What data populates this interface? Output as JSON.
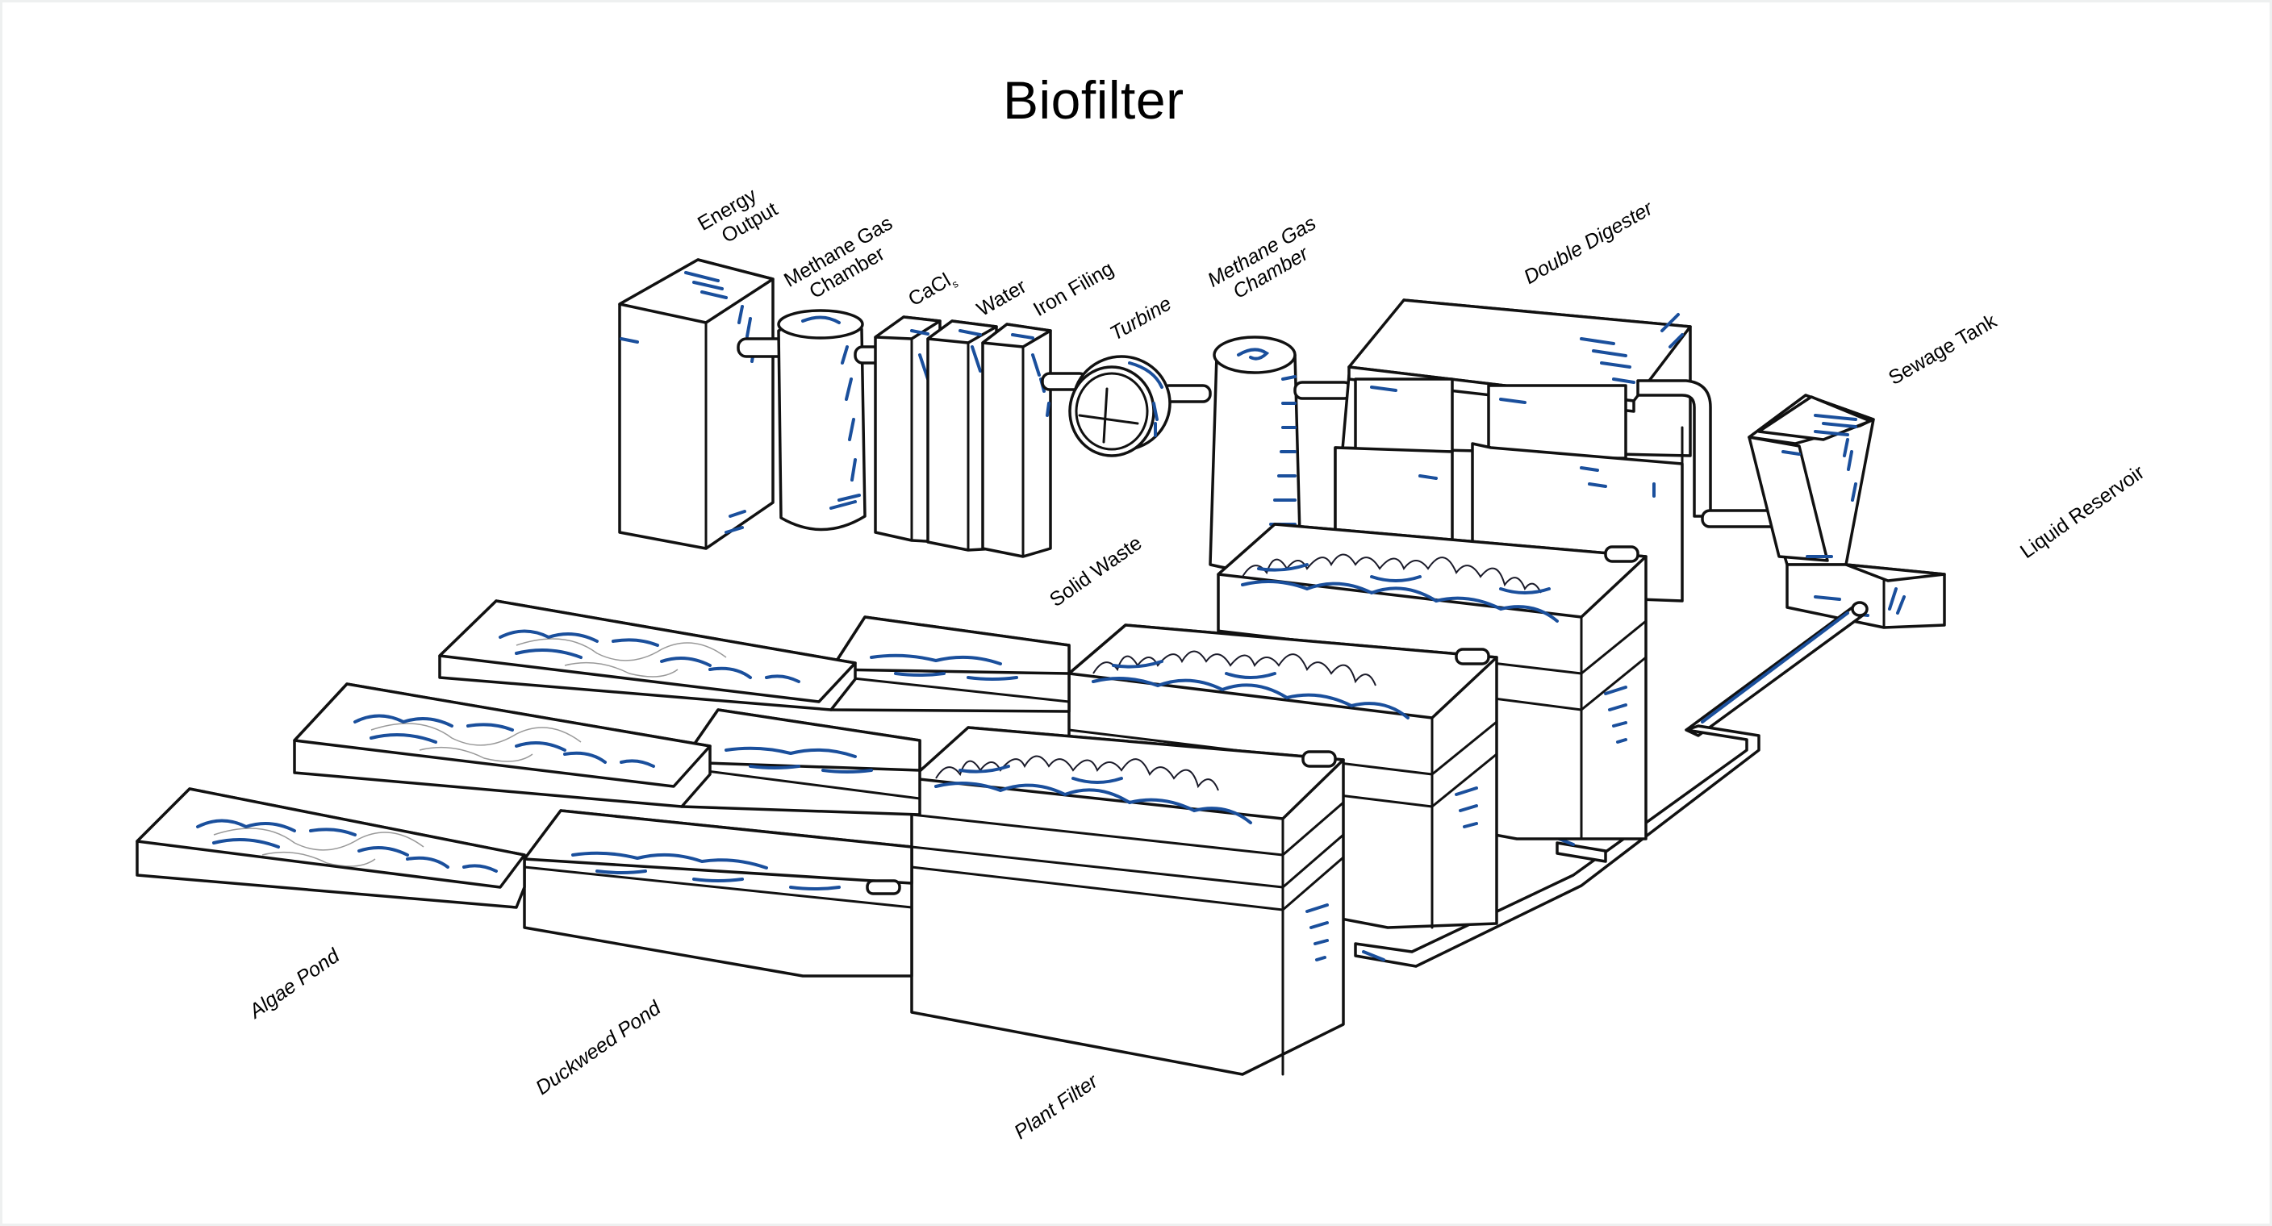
{
  "diagram": {
    "title": "Biofilter",
    "accent_colors": {
      "ink": "#111111",
      "hatch_blue": "#1a4f9c",
      "water_blue": "#2a6cc0"
    },
    "labels": {
      "energy_output": [
        "Energy",
        "Output"
      ],
      "methane_gas_chamber_1": [
        "Methane Gas",
        "Chamber"
      ],
      "cacl": {
        "text": "CaCl",
        "subscript": "s"
      },
      "water": "Water",
      "iron_filing": "Iron Filing",
      "turbine": "Turbine",
      "methane_gas_chamber_2": [
        "Methane Gas",
        "Chamber"
      ],
      "double_digester": "Double Digester",
      "sewage_tank": "Sewage Tank",
      "liquid_reservoir": "Liquid Reservoir",
      "solid_waste": "Solid Waste",
      "algae_pond": "Algae Pond",
      "duckweed_pond": "Duckweed Pond",
      "plant_filter": "Plant Filter"
    },
    "components": [
      "Energy Output",
      "Methane Gas Chamber",
      "CaCl",
      "Water",
      "Iron Filing",
      "Turbine",
      "Methane Gas Chamber",
      "Double Digester",
      "Sewage Tank",
      "Liquid Reservoir",
      "Solid Waste",
      "Algae Pond",
      "Duckweed Pond",
      "Plant Filter"
    ]
  }
}
